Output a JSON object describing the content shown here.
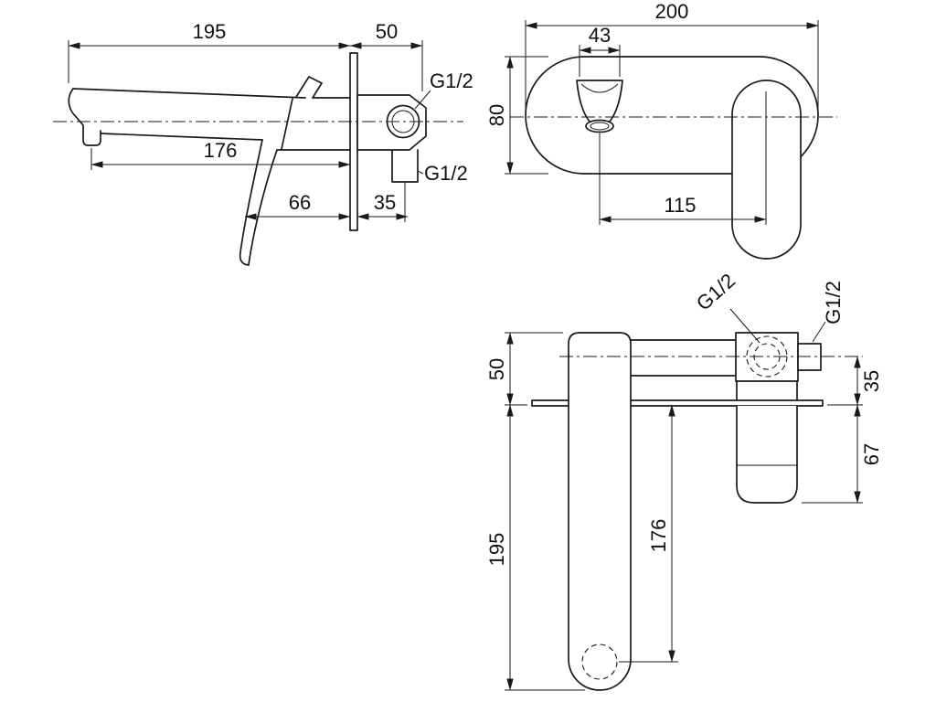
{
  "drawing": {
    "colors": {
      "line": "#1a1a1a",
      "background": "#ffffff"
    },
    "side": {
      "dim_195": "195",
      "dim_50": "50",
      "dim_176": "176",
      "dim_66": "66",
      "dim_35": "35",
      "thread_top": "G1/2",
      "thread_bottom": "G1/2"
    },
    "front": {
      "dim_200": "200",
      "dim_43": "43",
      "dim_80": "80",
      "dim_115": "115"
    },
    "plan": {
      "dim_50": "50",
      "dim_35": "35",
      "dim_67": "67",
      "dim_195": "195",
      "dim_176": "176",
      "thread_inlet": "G1/2",
      "thread_side": "G1/2"
    }
  }
}
